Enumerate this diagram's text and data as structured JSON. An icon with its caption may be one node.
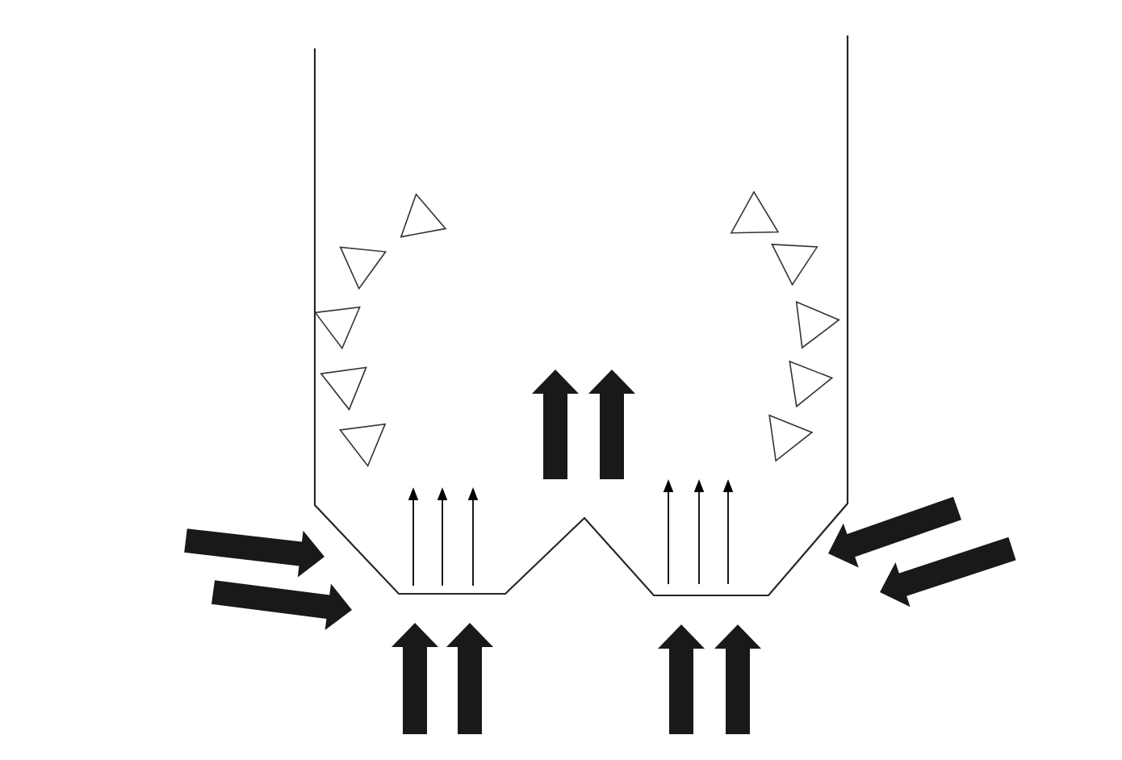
{
  "diagram": {
    "nodes": [
      {
        "text": [],
        "shape": "triangle"
      },
      {
        "text": [],
        "shape": "triangle"
      },
      {
        "text": [],
        "shape": "triangle"
      },
      {
        "text": [],
        "shape": "triangle"
      },
      {
        "text": [],
        "shape": "triangle"
      },
      {
        "text": [],
        "shape": "triangle"
      },
      {
        "text": [],
        "shape": "triangle"
      },
      {
        "text": [],
        "shape": "triangle"
      },
      {
        "text": [],
        "shape": "triangle"
      },
      {
        "text": [],
        "shape": "triangle"
      }
    ]
  }
}
